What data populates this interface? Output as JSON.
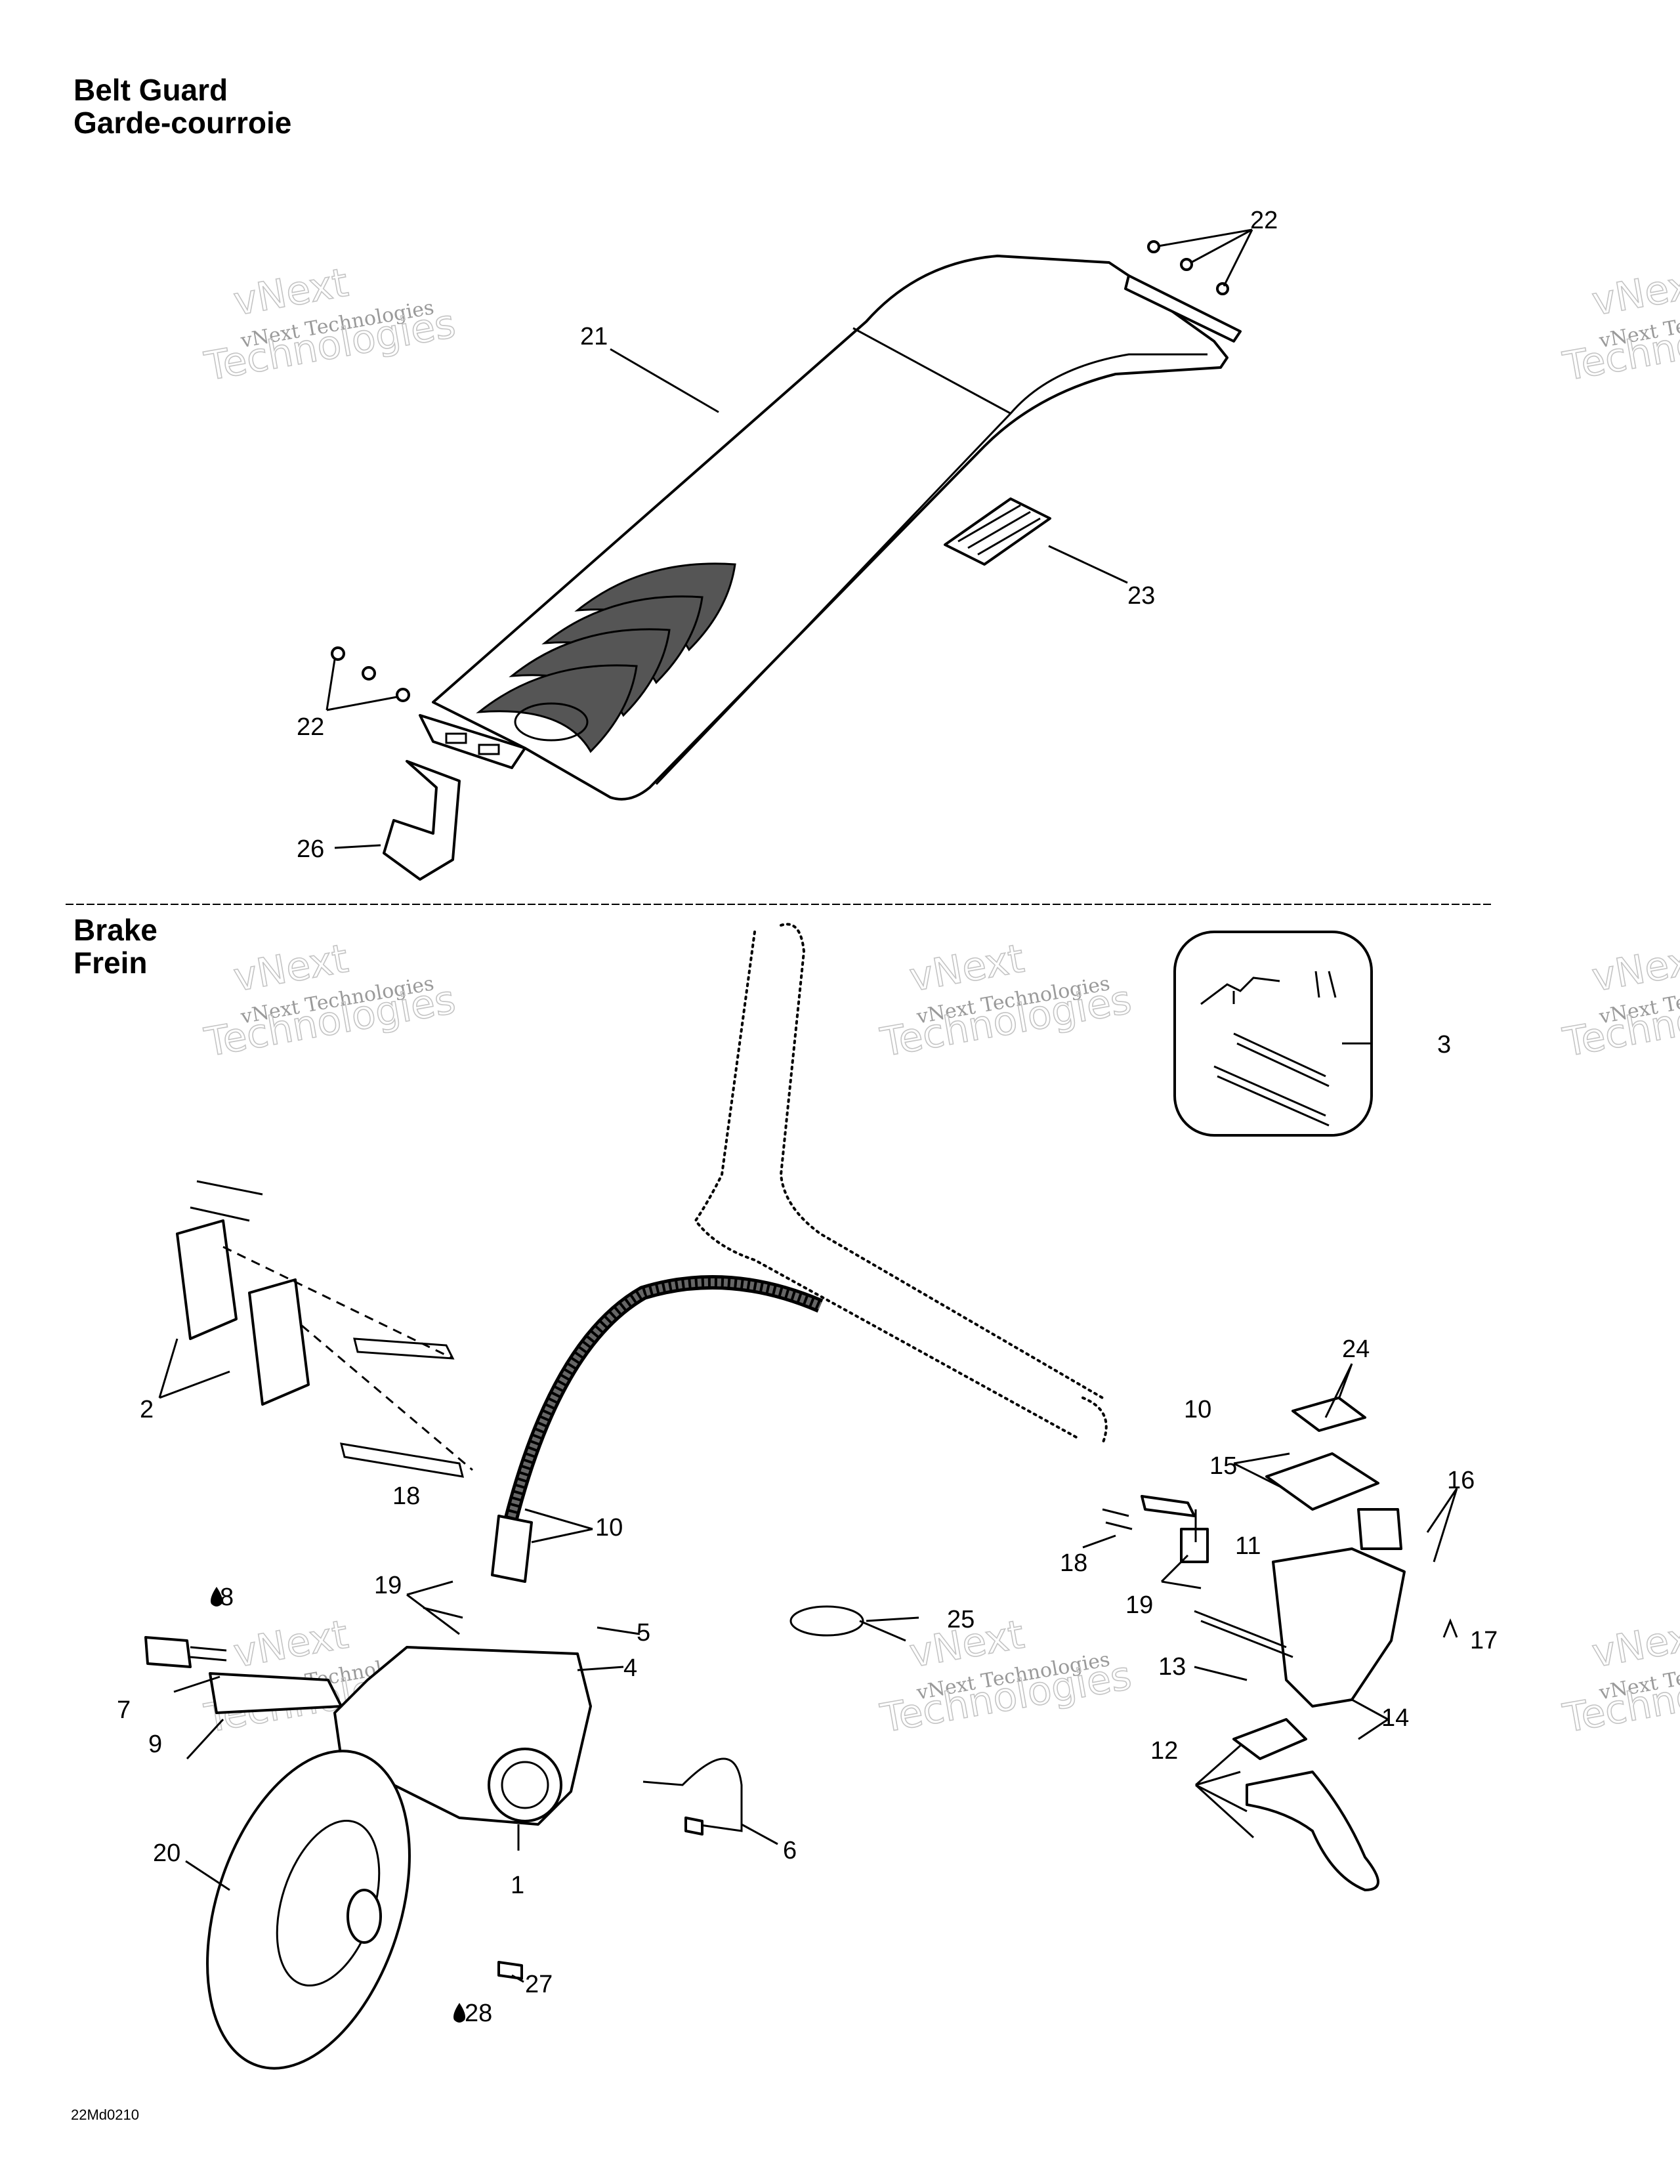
{
  "sections": {
    "belt_guard": {
      "title_en": "Belt Guard",
      "title_fr": "Garde-courroie"
    },
    "brake": {
      "title_en": "Brake",
      "title_fr": "Frein"
    }
  },
  "watermark": {
    "line1": "vNext",
    "line2": "vNext Technologies",
    "line3": "Technologies"
  },
  "drawing_code": "22Md0210",
  "callouts": {
    "c21": "21",
    "c22a": "22",
    "c22b": "22",
    "c23": "23",
    "c26": "26",
    "c3": "3",
    "c2": "2",
    "c24": "24",
    "c10a": "10",
    "c10b": "10",
    "c15": "15",
    "c16": "16",
    "c18a": "18",
    "c18b": "18",
    "c11": "11",
    "c19a": "19",
    "c19b": "19",
    "c8": "8",
    "c5": "5",
    "c4": "4",
    "c25": "25",
    "c17": "17",
    "c13": "13",
    "c7": "7",
    "c9": "9",
    "c14": "14",
    "c12": "12",
    "c6": "6",
    "c1": "1",
    "c20": "20",
    "c27": "27",
    "c28": "28"
  }
}
